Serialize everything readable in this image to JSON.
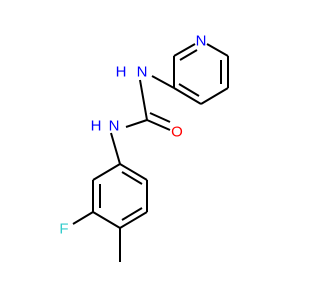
{
  "molecule": {
    "atoms": {
      "n_pyridine": {
        "text": "N",
        "color": "#0000FF"
      },
      "nh_upper": {
        "text": "H",
        "color": "#0000FF"
      },
      "n_upper": {
        "text": "N",
        "color": "#0000FF"
      },
      "o_carbonyl": {
        "text": "O",
        "color": "#FF0000"
      },
      "nh_lower": {
        "text": "H",
        "color": "#0000FF"
      },
      "n_lower": {
        "text": "N",
        "color": "#0000FF"
      },
      "f": {
        "text": "F",
        "color": "#33CCCC"
      }
    }
  }
}
